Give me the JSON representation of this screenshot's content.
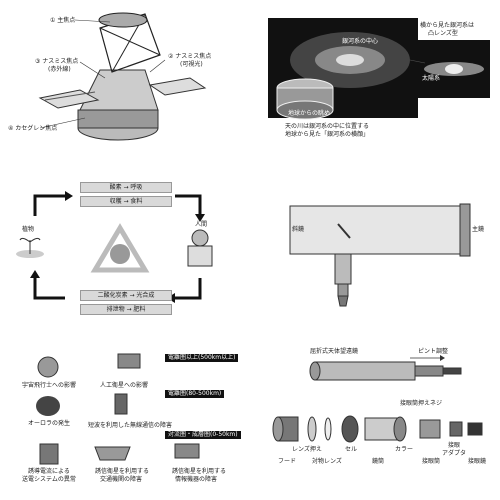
{
  "telescope": {
    "prime_focus": "① 主焦点",
    "nasmyth_ir": "③ ナスミス焦点",
    "nasmyth_ir_sub": "(赤外線)",
    "nasmyth_vis": "② ナスミス焦点",
    "nasmyth_vis_sub": "(可視光)",
    "cassegrain": "④ カセグレン焦点"
  },
  "galaxy": {
    "center": "銀河系の中心",
    "sun_side": "地球からの眺め",
    "side_view": "横から見た銀河系は",
    "side_view2": "凸レンズ型",
    "sun": "太陽系",
    "caption1": "天の川は銀河系の中に位置する",
    "caption2": "地球から見た「銀河系の横顔」"
  },
  "cycle": {
    "top_row1": "酸素 → 呼吸",
    "top_row2": "収穫 → 食料",
    "bottom_row1": "二酸化炭素 → 光合成",
    "bottom_row2": "排泄物 → 肥料",
    "plant": "植物",
    "human": "人間"
  },
  "newtonian": {
    "diagonal": "斜鏡",
    "primary": "主鏡"
  },
  "space_weather": {
    "band_top": "電離圏以上(500km以上)",
    "band_mid": "電離圏(80-500km)",
    "band_bottom": "対流圏・成層圏(0-50km)",
    "astronaut": "宇宙飛行士への影響",
    "satellite": "人工衛星への影響",
    "aurora": "オーロラの発生",
    "radio": "短波を利用した無線通信の障害",
    "power": "誘導電流による",
    "power2": "送電システムの異常",
    "gps": "誘信衛星を利用する",
    "gps2": "交通機関の障害",
    "comm": "誘信衛星を利用する",
    "comm2": "情報機器の障害"
  },
  "refractor": {
    "title": "屈折式天体望遠鏡",
    "focus": "ピント調整",
    "eyepiece_screw": "接眼筒押えネジ",
    "hood": "フード",
    "lens_holder": "レンズ押え",
    "objective": "対物レンズ",
    "cell": "セル",
    "tube": "鏡筒",
    "collar": "カラー",
    "draw_tube": "接眼筒",
    "adapter": "接眼",
    "adapter2": "アダプタ",
    "eyepiece": "接眼鏡"
  }
}
